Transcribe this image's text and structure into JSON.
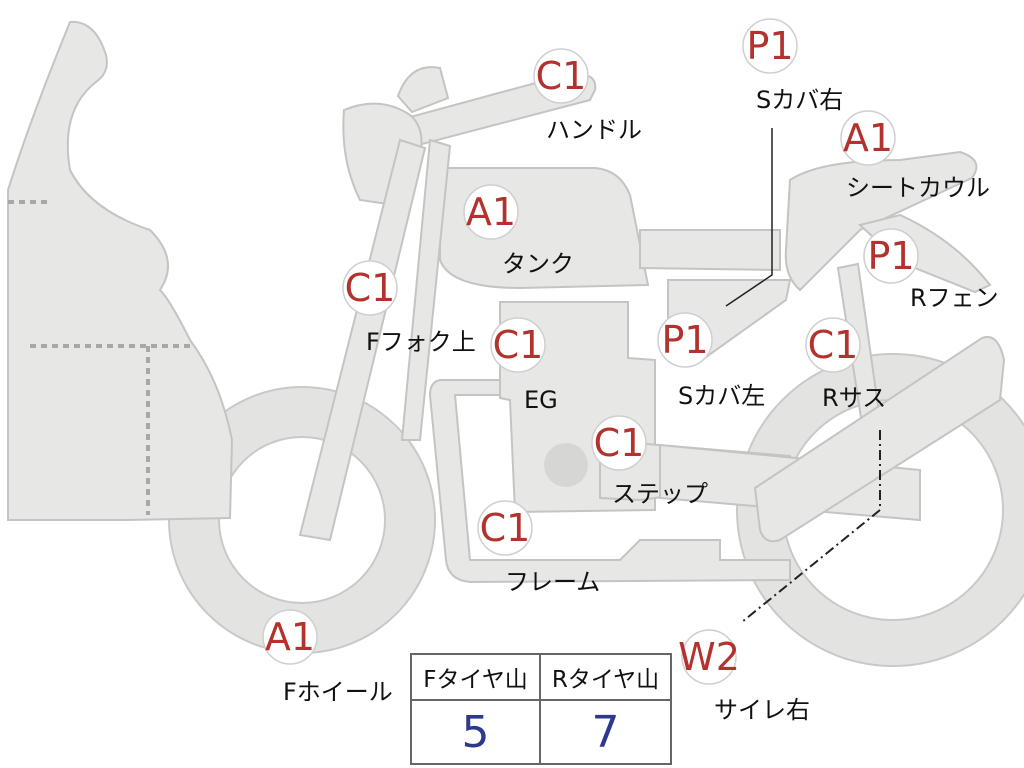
{
  "labels": [
    {
      "id": "handle",
      "code": "C1",
      "text": "ハンドル"
    },
    {
      "id": "s-cover-right",
      "code": "P1",
      "text": "Sカバ右"
    },
    {
      "id": "seat-cowl",
      "code": "A1",
      "text": "シートカウル"
    },
    {
      "id": "tank",
      "code": "A1",
      "text": "タンク"
    },
    {
      "id": "r-fender",
      "code": "P1",
      "text": "Rフェン"
    },
    {
      "id": "f-fork-upper",
      "code": "C1",
      "text": "Fフォク上"
    },
    {
      "id": "engine",
      "code": "C1",
      "text": "EG"
    },
    {
      "id": "s-cover-left",
      "code": "P1",
      "text": "Sカバ左"
    },
    {
      "id": "r-suspension",
      "code": "C1",
      "text": "Rサス"
    },
    {
      "id": "step",
      "code": "C1",
      "text": "ステップ"
    },
    {
      "id": "frame",
      "code": "C1",
      "text": "フレーム"
    },
    {
      "id": "f-wheel",
      "code": "A1",
      "text": "Fホイール"
    },
    {
      "id": "silencer-right",
      "code": "W2",
      "text": "サイレ右"
    }
  ],
  "tread_table": {
    "headers": [
      "Fタイヤ山",
      "Rタイヤ山"
    ],
    "values": [
      "5",
      "7"
    ]
  },
  "colors": {
    "part_fill": "#e7e7e5",
    "code_red": "#b3322e",
    "value_blue": "#2d3a8c"
  }
}
